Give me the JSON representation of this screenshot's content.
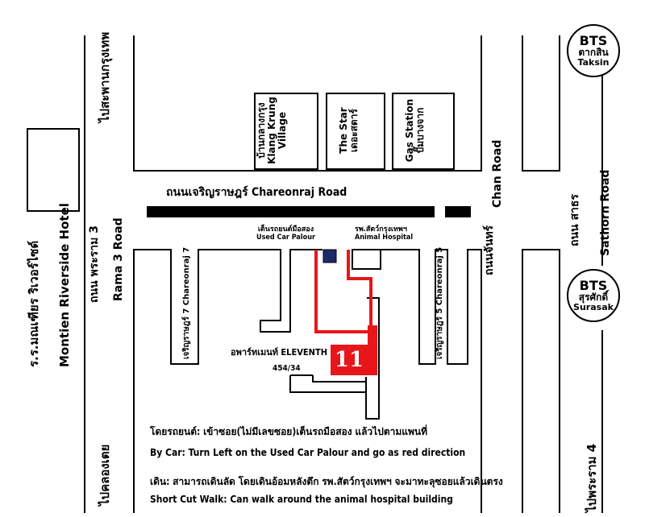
{
  "roads": {
    "top_left_thai": "ไปสะพานกรุงเทพ",
    "bottom_left_thai": "ไปคลองเตย",
    "bottom_right_thai": "ไปพระราม 4",
    "chareonraj_road": "ถนนเจริญราษฎร์ Chareonraj Road",
    "rama3_thai": "ถนน พระราม 3",
    "rama3_en": "Rama 3 Road",
    "chan_thai": "ถนนจันทร์",
    "chan_en": "Chan Road",
    "sathorn_thai": "ถนน สาธร",
    "sathorn_en": "Sathorn Road",
    "soi7": "เจริญราษฎร์ 7 Chareonraj 7",
    "soi5": "เจริญราษฎร์ 5 Chareonraj 5"
  },
  "hotel": {
    "thai": "ร.ร.มณเฑียร ริเวอร์ไซด์",
    "en": "Montien Riverside Hotel"
  },
  "buildings": {
    "klang_krung_thai": "บ้านกลางกรุง",
    "klang_krung_en1": "Klang Krung",
    "klang_krung_en2": "Village",
    "the_star_en": "The Star",
    "the_star_thai": "เดอะสตาร์",
    "gas_en": "Gas Station",
    "gas_thai": "ปั๊มบางจาก"
  },
  "bts": {
    "taksin": {
      "label": "BTS",
      "thai": "ตากสิน",
      "en": "Taksin"
    },
    "surasak": {
      "label": "BTS",
      "thai": "สุรศักดิ์",
      "en": "Surasak"
    }
  },
  "markers": {
    "used_car_thai": "เต็นรถยนต์มือสอง",
    "used_car_en": "Used Car Palour",
    "animal_hospital_thai": "รพ.สัตว์กรุงเทพฯ",
    "animal_hospital_en": "Animal Hospital",
    "apartment": "อพาร์ทเมนท์ ELEVENTH",
    "address": "454/34",
    "logo_number": "11"
  },
  "directions": {
    "car_thai": "โดยรถยนต์: เข้าซอย(ไม่มีเลขซอย)เต็นรถมือสอง แล้วไปตามแพนที่",
    "car_en": "By Car: Turn Left on the Used Car Palour and go as red direction",
    "walk_thai": "เดิน: สามารถเดินลัด โดยเดินอ้อมหลังตึก รพ.สัตว์กรุงเทพฯ จะมาทะลุซอยแล้วเดินตรง",
    "walk_en": "Short Cut Walk: Can walk around the animal hospital building"
  },
  "colors": {
    "route": "#e8161b",
    "used_car_marker": "#1f2a66",
    "ink": "#000000"
  }
}
